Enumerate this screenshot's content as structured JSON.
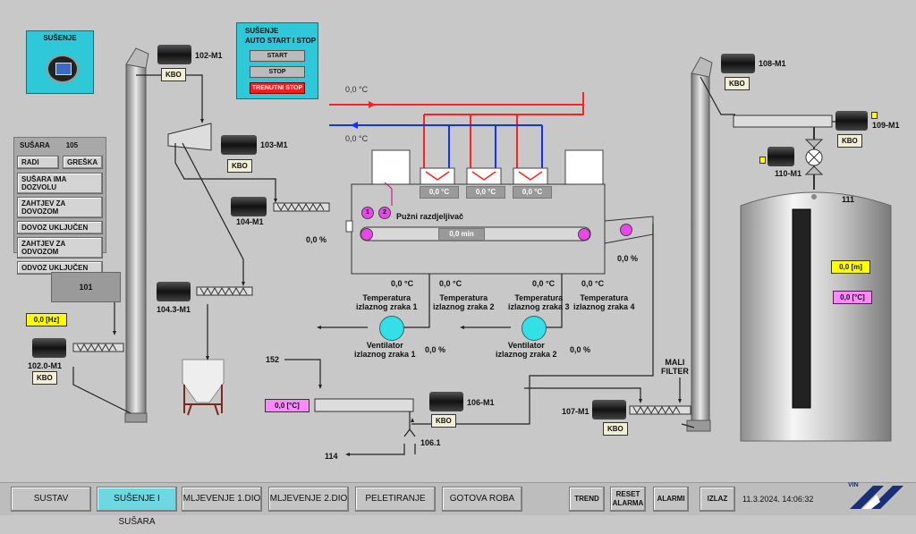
{
  "tile": {
    "title": "SUŠENJE"
  },
  "auto": {
    "title1": "SUŠENJE",
    "title2": "AUTO START I STOP",
    "start": "START",
    "stop": "STOP",
    "emergency": "TRENUTNI STOP"
  },
  "susara": {
    "title": "SUŠARA",
    "number": "105",
    "radi": "RADI",
    "greska": "GREŠKA",
    "items": [
      "SUŠARA IMA DOZVOLU",
      "ZAHTJEV ZA DOVOZOM",
      "DOVOZ UKLJUČEN",
      "ZAHTJEV ZA ODVOZOM",
      "ODVOZ UKLJUČEN"
    ]
  },
  "box101": "101",
  "motors": {
    "m102": "102-M1",
    "m103": "103-M1",
    "m104": "104-M1",
    "m1043": "104.3-M1",
    "m1020": "102.0-M1",
    "m106": "106-M1",
    "m107": "107-M1",
    "m108": "108-M1",
    "m109": "109-M1",
    "m110": "110-M1"
  },
  "kbo": "KBO",
  "hz": "0,0 [Hz]",
  "temps": {
    "supply_hot": "0,0 °C",
    "supply_cold": "0,0 °C",
    "heater1": "0,0 °C",
    "heater2": "0,0 °C",
    "heater3": "0,0 °C",
    "out1": "0,0 °C",
    "out2": "0,0 °C",
    "out3": "0,0 °C",
    "out4": "0,0 °C",
    "in152": "0,0 [°C]",
    "silo": "0,0 [°C]"
  },
  "dryer": {
    "distributor": "Pužni razdjeljivač",
    "time": "0,0 min",
    "p1": "1",
    "p2": "2"
  },
  "percents": {
    "left": "0,0 %",
    "right": "0,0 %",
    "fan1": "0,0 %",
    "fan2": "0,0 %"
  },
  "labels": {
    "tz1a": "Temperatura",
    "tz1b": "izlaznog zraka 1",
    "tz2a": "Temperatura",
    "tz2b": "izlaznog zraka 2",
    "tz3a": "Temperatura",
    "tz3b": "izlaznog zraka 3",
    "tz4a": "Temperatura",
    "tz4b": "izlaznog zraka 4",
    "v1a": "Ventilator",
    "v1b": "izlaznog zraka 1",
    "v2a": "Ventilator",
    "v2b": "izlaznog zraka 2",
    "n152": "152",
    "n114": "114",
    "n1061": "106.1",
    "filter_a": "MALI",
    "filter_b": "FILTER",
    "silo": "111",
    "level": "0,0 [m]"
  },
  "nav": {
    "sustav": "SUSTAV",
    "susenje": "SUŠENJE I SUŠARA",
    "mlj1": "MLJEVENJE 1.DIO",
    "mlj2": "MLJEVENJE 2.DIO",
    "pelet": "PELETIRANJE",
    "gotova": "GOTOVA ROBA",
    "trend": "TREND",
    "reset1": "RESET",
    "reset2": "ALARMA",
    "alarmi": "ALARMI",
    "izlaz": "IZLAZ"
  },
  "datetime": "11.3.2024. 14:06:32",
  "logo": "VIN"
}
